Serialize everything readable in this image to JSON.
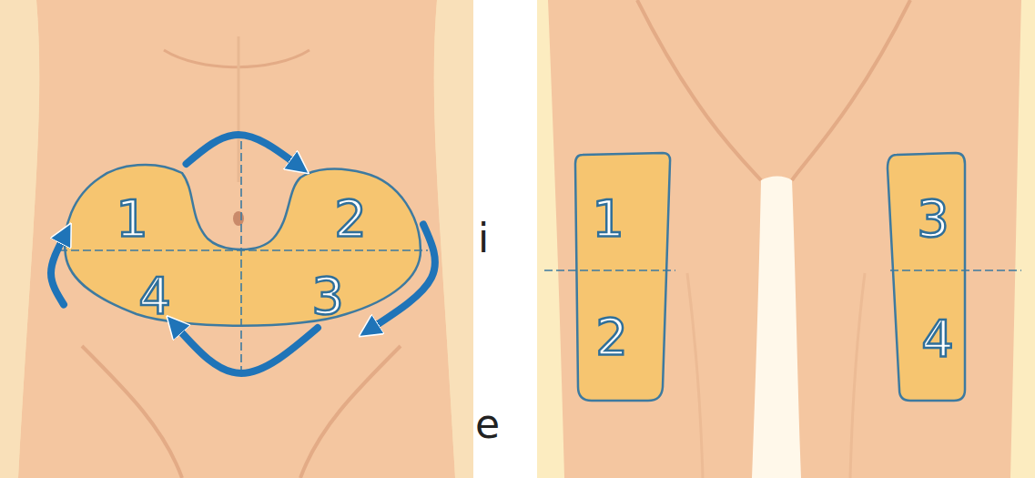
{
  "diagram": {
    "nodes": [
      {
        "text": [
          "1"
        ]
      },
      {
        "text": [
          "2"
        ]
      },
      {
        "text": [
          "4"
        ]
      },
      {
        "text": [
          "3"
        ]
      },
      {
        "text": [
          "1"
        ]
      },
      {
        "text": [
          "3"
        ]
      },
      {
        "text": [
          "2"
        ]
      },
      {
        "text": [
          "4"
        ]
      }
    ],
    "edges": [
      {
        "from": 0,
        "to": 1,
        "arrow": "to"
      },
      {
        "from": 1,
        "to": 3,
        "arrow": "to"
      },
      {
        "from": 3,
        "to": 2,
        "arrow": "to"
      },
      {
        "from": 2,
        "to": 0,
        "arrow": "to"
      }
    ],
    "labels": [
      "i",
      "e"
    ]
  }
}
